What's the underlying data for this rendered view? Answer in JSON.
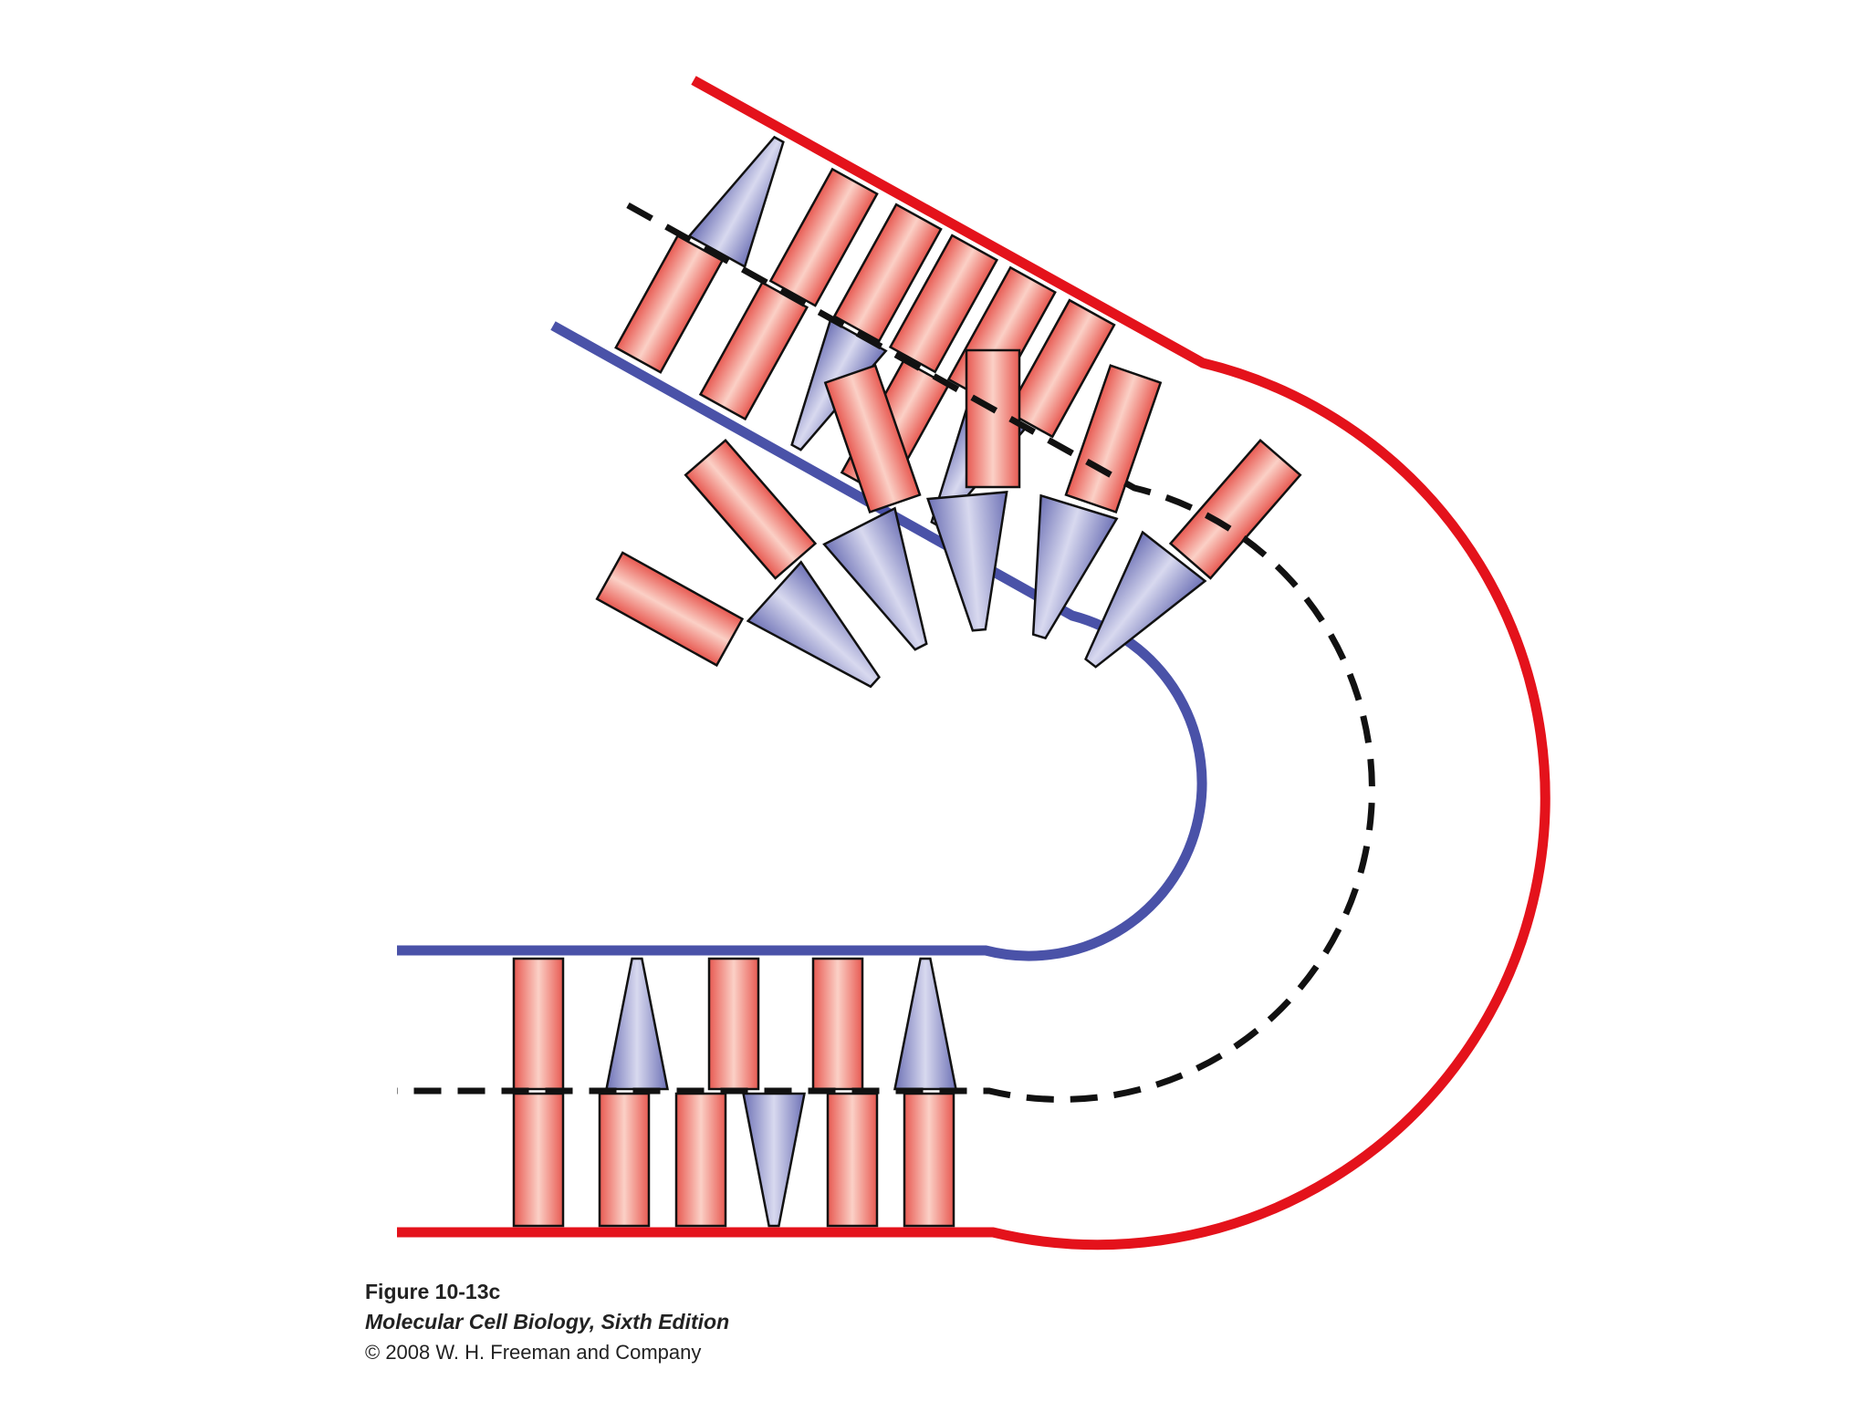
{
  "figure": {
    "colors": {
      "red_strand": "#e4121b",
      "blue_strand": "#4a52a8",
      "red_block_edge": "#e85a52",
      "red_block_center": "#fbd0c6",
      "blue_wedge_edge": "#6e72b6",
      "blue_wedge_center": "#d8d9ef",
      "outline": "#111111",
      "dashed_axis": "#111111"
    },
    "block_types": {
      "red": "red-rectangle-block",
      "blue": "blue-wedge-block"
    },
    "top_outer_row": [
      "blue",
      "red",
      "red",
      "red",
      "red",
      "red"
    ],
    "top_inner_row": [
      "red",
      "red",
      "blue",
      "red",
      "blue"
    ],
    "bend_outer_row": [
      "red",
      "red",
      "red",
      "red",
      "red",
      "red"
    ],
    "bend_inner_row": [
      "blue",
      "blue",
      "blue",
      "blue",
      "blue"
    ],
    "bottom_outer_row": [
      "red",
      "red",
      "red",
      "blue",
      "red",
      "red"
    ],
    "bottom_inner_row": [
      "red",
      "blue",
      "red",
      "red",
      "blue"
    ]
  },
  "caption": {
    "figure_label": "Figure 10-13c",
    "book_title": "Molecular Cell Biology, Sixth Edition",
    "copyright": "© 2008 W. H. Freeman and Company"
  }
}
